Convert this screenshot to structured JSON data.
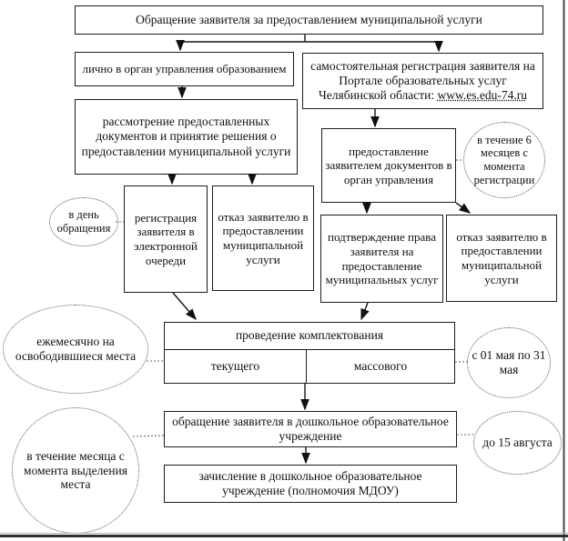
{
  "colors": {
    "background": "#ffffff",
    "line": "#1c1c1c",
    "frame_right": "#4a4a4a",
    "frame_bottom": "#2e2e2e",
    "ellipse_border": "#5a5a5a"
  },
  "flowchart": {
    "boxes": {
      "request": "Обращение заявителя за предоставлением муниципальной услуги",
      "in_person": "лично в орган управления образованием",
      "self_registration_prefix": "самостоятельная регистрация заявителя на Портале образовательных услуг Челябинской области: ",
      "portal_url": "www.es.edu-74.ru",
      "review": "рассмотрение предоставленных документов и принятие решения о предоставлении муниципальной услуги",
      "queue_registration": "регистрация заявителя в электронной очереди",
      "refusal_left": "отказ заявителю в предоставлении муниципальной услуги",
      "submit_documents": "предоставление заявителем документов в орган управления",
      "rights_confirmation": "подтверждение права заявителя на предоставление муниципальных услуг",
      "refusal_right": "отказ заявителю в предоставлении муниципальной услуги",
      "dou_application": "обращение заявителя в дошкольное образовательное учреждение",
      "enrollment": "зачисление в дошкольное образовательное учреждение (полномочия МДОУ)"
    },
    "staffing_table": {
      "header": "проведение комплектования",
      "cells": [
        "текущего",
        "массового"
      ]
    },
    "timing_notes": {
      "same_day": "в день обращения",
      "six_months": "в течение 6 месяцев с момента регистрации",
      "monthly": "ежемесячно на освободившиеся места",
      "may": "с 01 мая по 31 мая",
      "month_after_place": "в течение месяца с момента выделения места",
      "august": "до 15 августа"
    }
  }
}
